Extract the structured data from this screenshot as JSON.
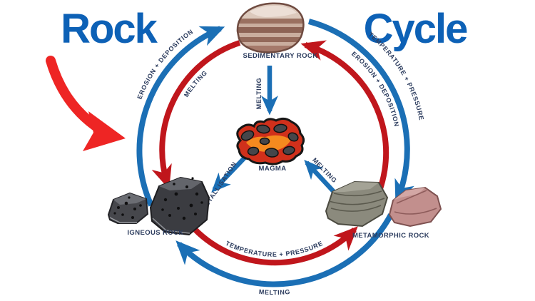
{
  "title": {
    "left": "Rock",
    "right": "Cycle"
  },
  "nodes": {
    "sedimentary": {
      "label": "SEDIMENTARY ROCK"
    },
    "magma": {
      "label": "MAGMA"
    },
    "igneous": {
      "label": "IGNEOUS ROCK"
    },
    "metamorphic": {
      "label": "METAMORPHIC ROCK"
    }
  },
  "arrows": {
    "outer_blue": [
      {
        "from": "igneous",
        "to": "sedimentary",
        "label": "EROSION + DEPOSITION"
      },
      {
        "from": "sedimentary",
        "to": "metamorphic",
        "label": "TEMPERATURE + PRESSURE"
      },
      {
        "from": "metamorphic",
        "to": "igneous",
        "label": "MELTING"
      }
    ],
    "inner_red": [
      {
        "from": "sedimentary",
        "to": "igneous",
        "label": "MELTING"
      },
      {
        "from": "metamorphic",
        "to": "sedimentary",
        "label": "EROSION + DEPOSITION"
      },
      {
        "from": "igneous",
        "to": "metamorphic",
        "label": "TEMPERATURE + PRESSURE"
      }
    ],
    "center_blue": [
      {
        "from": "sedimentary",
        "to": "magma",
        "label": "MELTING"
      },
      {
        "from": "magma",
        "to": "igneous",
        "label": "CRYSTALLISATION"
      },
      {
        "from": "metamorphic",
        "to": "magma",
        "label": "MELTING"
      }
    ]
  },
  "icons": {
    "pointer": "red-curved-arrow"
  },
  "colors": {
    "title_blue": "#0d61b6",
    "arrow_blue": "#1b6fb5",
    "arrow_red": "#c0161c",
    "pointer_red": "#ee2524",
    "label_navy": "#2c3c5e",
    "background": "#ffffff"
  }
}
